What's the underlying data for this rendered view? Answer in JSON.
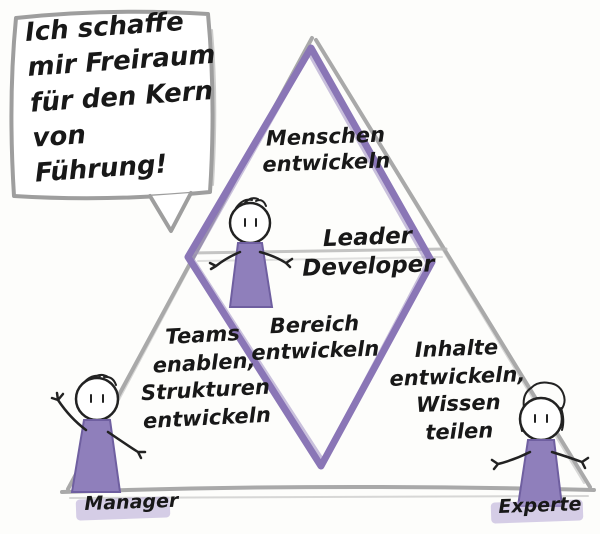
{
  "speech_bubble": {
    "text": "Ich schaffe\nmir Freiraum\nfür den Kern\nvon Führung!"
  },
  "pyramid": {
    "top_label": "Menschen\nentwickeln",
    "center_role": "Leader\nDeveloper",
    "center_area": "Bereich\nentwickeln",
    "left_block": "Teams\nenablen,\nStrukturen\nentwickeln",
    "right_block": "Inhalte\nentwickeln,\nWissen\nteilen"
  },
  "roles": {
    "left": "Manager",
    "right": "Experte"
  },
  "colors": {
    "diamond_purple": "#8a76b6",
    "figure_purple": "#8f7fbb",
    "highlight_purple": "#b4a5d6",
    "pencil_gray": "#a9a9a9",
    "ink": "#1b1b1b"
  }
}
